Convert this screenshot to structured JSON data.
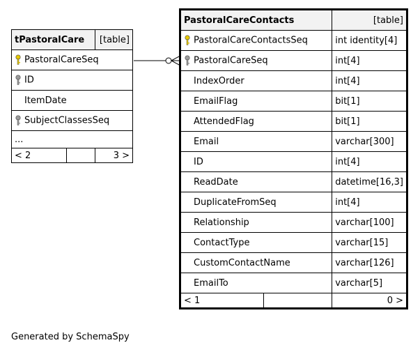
{
  "tables": {
    "left": {
      "name": "tPastoralCare",
      "type_tag": "[table]",
      "rows": [
        {
          "name": "PastoralCareSeq",
          "key": "primary"
        },
        {
          "name": "ID",
          "key": "foreign"
        },
        {
          "name": "ItemDate",
          "key": ""
        },
        {
          "name": "SubjectClassesSeq",
          "key": "foreign"
        }
      ],
      "ellipsis": "...",
      "footer": {
        "left": "< 2",
        "right": "3 >"
      }
    },
    "right": {
      "name": "PastoralCareContacts",
      "type_tag": "[table]",
      "rows": [
        {
          "name": "PastoralCareContactsSeq",
          "type": "int identity[4]",
          "key": "primary"
        },
        {
          "name": "PastoralCareSeq",
          "type": "int[4]",
          "key": "foreign"
        },
        {
          "name": "IndexOrder",
          "type": "int[4]",
          "key": ""
        },
        {
          "name": "EmailFlag",
          "type": "bit[1]",
          "key": ""
        },
        {
          "name": "AttendedFlag",
          "type": "bit[1]",
          "key": ""
        },
        {
          "name": "Email",
          "type": "varchar[300]",
          "key": ""
        },
        {
          "name": "ID",
          "type": "int[4]",
          "key": ""
        },
        {
          "name": "ReadDate",
          "type": "datetime[16,3]",
          "key": ""
        },
        {
          "name": "DuplicateFromSeq",
          "type": "int[4]",
          "key": ""
        },
        {
          "name": "Relationship",
          "type": "varchar[100]",
          "key": ""
        },
        {
          "name": "ContactType",
          "type": "varchar[15]",
          "key": ""
        },
        {
          "name": "CustomContactName",
          "type": "varchar[126]",
          "key": ""
        },
        {
          "name": "EmailTo",
          "type": "varchar[5]",
          "key": ""
        }
      ],
      "footer": {
        "left": "< 1",
        "right": "0 >"
      }
    }
  },
  "caption": "Generated by SchemaSpy",
  "colors": {
    "primary_key": "#e6c800",
    "foreign_key": "#9a9a9a",
    "header_bg": "#f2f2f2"
  }
}
